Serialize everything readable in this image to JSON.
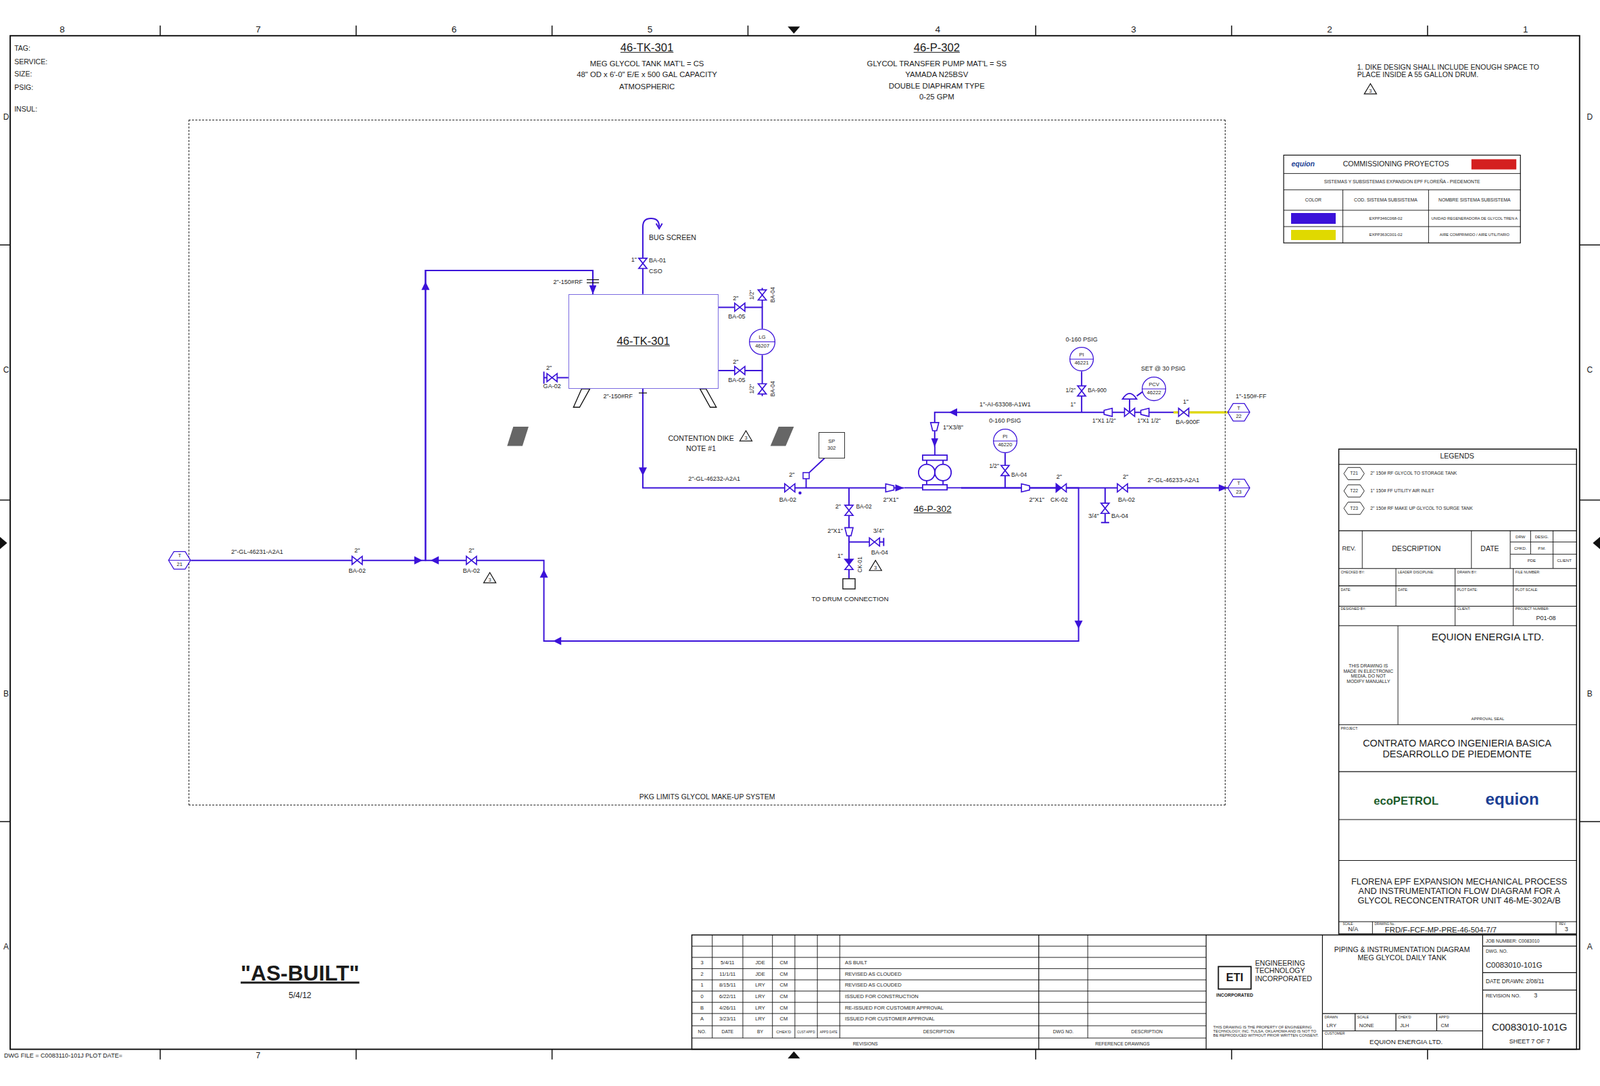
{
  "diagram": {
    "nodes": [
      {
        "text": [
          "PKG LIMITS GLYCOL MAKE-UP SYSTEM"
        ]
      },
      {
        "text": [
          "46-TK-301"
        ],
        "in": 0
      },
      {
        "text": [
          "LG",
          "46207"
        ],
        "in": 0
      },
      {
        "text": [
          "SP",
          "302"
        ],
        "in": 0
      },
      {
        "text": [
          "46-P-302"
        ],
        "in": 0
      },
      {
        "text": [
          "PI",
          "46220"
        ],
        "in": 0
      },
      {
        "text": [
          "PI",
          "46221"
        ],
        "in": 0
      },
      {
        "text": [
          "PCV",
          "46222"
        ],
        "in": 0
      },
      {
        "text": [
          "T",
          "21"
        ]
      },
      {
        "text": [
          "T",
          "22"
        ]
      },
      {
        "text": [
          "T",
          "23"
        ]
      }
    ],
    "edges": [
      {
        "from": 8,
        "to": 1,
        "arrow": "to",
        "label": "2\"-GL-46231-A2A1"
      },
      {
        "from": 1,
        "to": 4,
        "arrow": "to",
        "label": "2\"-GL-46232-A2A1"
      },
      {
        "from": 4,
        "to": 10,
        "arrow": "to",
        "label": "2\"-GL-46233-A2A1"
      },
      {
        "from": 4,
        "to": 1,
        "arrow": "to"
      },
      {
        "from": 9,
        "to": 4,
        "arrow": "to",
        "label": "1\"-AI-63308-A1W1"
      },
      {
        "from": 1,
        "to": 2,
        "arrow": "none"
      },
      {
        "from": 1,
        "to": 2,
        "arrow": "none"
      }
    ],
    "labels": [
      "8",
      "7",
      "6",
      "5",
      "4",
      "3",
      "2",
      "1",
      "D",
      "C",
      "B",
      "A",
      "D",
      "C",
      "B",
      "A",
      "7",
      "DWG FILE = C0083110-101J PLOT DATE=",
      "TAG:",
      "SERVICE:",
      "SIZE:",
      "PSIG:",
      "INSUL:",
      "46-TK-301",
      "MEG GLYCOL TANK MAT'L = CS",
      "48\" OD x 6'-0\" E/E x 500 GAL CAPACITY",
      "ATMOSPHERIC",
      "46-P-302",
      "GLYCOL TRANSFER PUMP MAT'L = SS",
      "YAMADA N25BSV",
      "DOUBLE DIAPHRAM TYPE",
      "0-25 GPM",
      "1. DIKE DESIGN SHALL INCLUDE ENOUGH SPACE TO PLACE INSIDE A 55 GALLON DRUM.",
      "3",
      "equion",
      "COMMISSIONING PROYECTOS",
      "SISTEMAS Y SUBSISTEMAS EXPANSION EPF FLOREÑA - PIEDEMONTE",
      "COLOR",
      "COD. SISTEMA SUBSISTEMA",
      "NOMBRE SISTEMA SUBSISTEMA",
      "EXPP346C068-02",
      "EXPP363C001-02",
      "BUG SCREEN",
      "1\"",
      "BA-01",
      "CSO",
      "2\"-150#RF",
      "2\"",
      "GA-02",
      "2\"-150#RF",
      "2\"",
      "BA-05",
      "1/2\"",
      "BA-04",
      "2\"",
      "BA-05",
      "1/2\"",
      "BA-04",
      "CONTENTION DIKE",
      "NOTE #1",
      "3",
      "2\"",
      "BA-02",
      "2\"X1\"",
      "2\"",
      "BA-02",
      "2\"X1\"",
      "3/4\"",
      "BA-04",
      "1\"",
      "CK-01",
      "3",
      "TO DRUM CONNECTION",
      "1\"X3/8\"",
      "0-160 PSIG",
      "1/2\"",
      "BA-04",
      "2\"X1\"",
      "2\"",
      "CK-02",
      "2\"",
      "BA-02",
      "3/4\"",
      "BA-04",
      "0-160 PSIG",
      "1/2\"",
      "BA-900",
      "1\"",
      "1\"X1 1/2\"",
      "1\"X1 1/2\"",
      "SET @ 30 PSIG",
      "1\"",
      "BA-900F",
      "1\"-150#-FF",
      "2\"",
      "BA-02",
      "2\"",
      "BA-02",
      "3",
      "LEGENDS",
      "T21",
      "T22",
      "T23",
      "REV.",
      "DESCRIPTION",
      "DATE",
      "DRW",
      "DESIG.",
      "CHKD.",
      "P.M.",
      "PDE",
      "CLIENT",
      "CHECKED BY:",
      "LEADER DISCIPLINE:",
      "DRAWN BY:",
      "FILE NUMBER:",
      "DATE:",
      "DATE:",
      "PLOT DATE:",
      "PLOT SCALE:",
      "DESIGNED BY:",
      "CLIENT:",
      "PROJECT NUMBER:",
      "P01-08",
      "THIS DRAWING IS MADE IN ELECTRONIC MEDIA, DO NOT MODIFY MANUALLY",
      "EQUION ENERGIA LTD.",
      "APPROVAL SEAL",
      "PROJECT:",
      "CONTRATO MARCO INGENIERIA BASICA DESARROLLO DE PIEDEMONTE",
      "ecoPETROL",
      "equion",
      "FLORENA EPF EXPANSION MECHANICAL PROCESS AND INSTRUMENTATION FLOW DIAGRAM FOR A GLYCOL RECONCENTRATOR UNIT 46-ME-302A/B",
      "SCALE:",
      "N/A",
      "DRAWING No.:",
      "FRD/F-FCF-MP-PRE-46-504-7/7",
      "REV.",
      "3",
      "3",
      "5/4/11",
      "JDE",
      "CM",
      "AS BUILT",
      "2",
      "11/1/11",
      "JDE",
      "CM",
      "REVISED AS CLOUDED",
      "1",
      "8/15/11",
      "LRY",
      "CM",
      "REVISED AS CLOUDED",
      "0",
      "6/22/11",
      "LRY",
      "CM",
      "ISSUED FOR CONSTRUCTION",
      "B",
      "4/26/11",
      "LRY",
      "CM",
      "RE-ISSUED FOR CUSTOMER APPROVAL",
      "A",
      "3/23/11",
      "LRY",
      "CM",
      "ISSUED FOR CUSTOMER APPROVAL",
      "NO.",
      "DATE",
      "BY",
      "CHEK'D",
      "CUST APP'D",
      "APP'D DATE",
      "DESCRIPTION",
      "REVISIONS",
      "DWG NO.",
      "DESCRIPTION",
      "REFERENCE DRAWINGS",
      "ETI",
      "INCORPORATED",
      "ENGINEERING TECHNOLOGY INCORPORATED",
      "THIS DRAWING IS THE PROPERTY OF ENGINEERING TECHNOLOGY, INC. TULSA, OKLAHOMA AND IS NOT TO BE REPRODUCED WITHOUT PRIOR WRITTEN CONSENT.",
      "PIPING & INSTRUMENTATION DIAGRAM MEG GLYCOL DAILY TANK",
      "JOB NUMBER: C0083010",
      "DWG. NO.",
      "C0083010-101G",
      "DATE DRAWN: 2/08/11",
      "REVISION NO.",
      "3",
      "DRAWN",
      "LRY",
      "SCALE",
      "NONE",
      "CHEK'D",
      "JLH",
      "APP'D",
      "CM",
      "CUSTOMER",
      "EQUION ENERGIA LTD.",
      "C0083010-101G",
      "SHEET 7 OF 7",
      "\"AS-BUILT\"",
      "5/4/12"
    ],
    "legend": [
      {
        "text": "UNIDAD REGENERADORA DE GLYCOL TREN A",
        "color": "#3b12d9"
      },
      {
        "text": "AIRE COMPRIMIDO / AIRE UTILITARIO",
        "color": "#e0d900"
      },
      {
        "text": "2\" 150# RF GLYCOL TO STORAGE TANK"
      },
      {
        "text": "1\" 150# FF UTILITY AIR INLET"
      },
      {
        "text": "2\" 150# RF MAKE UP GLYCOL TO SURGE TANK"
      }
    ]
  }
}
